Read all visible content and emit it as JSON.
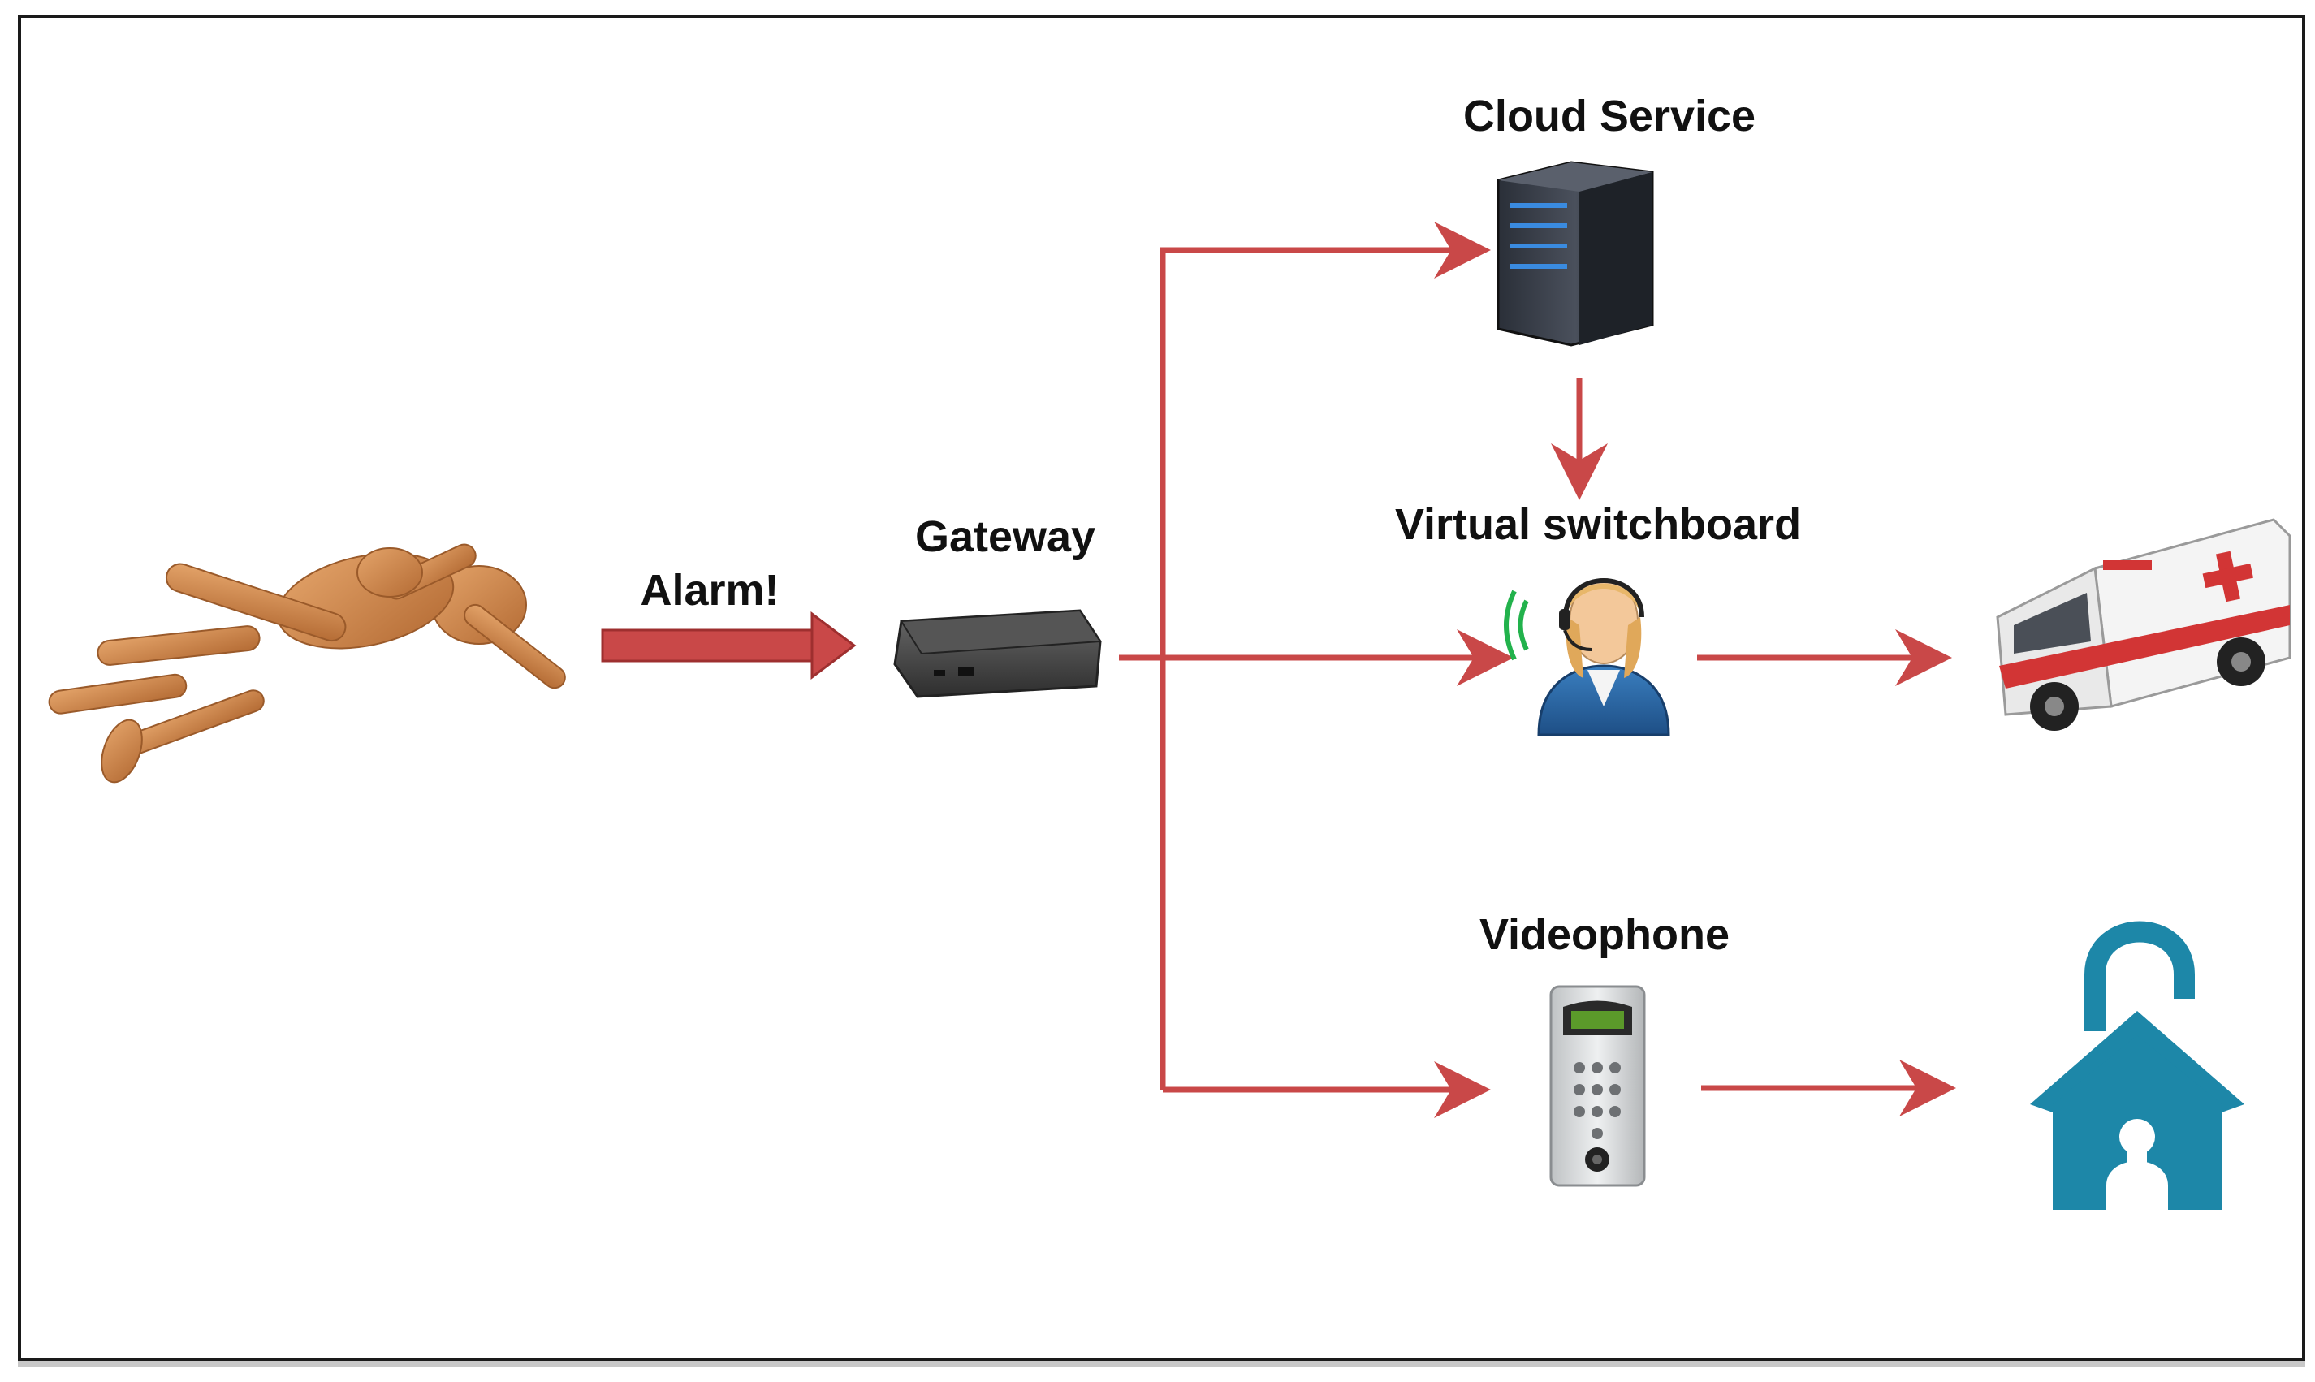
{
  "labels": {
    "alarm": "Alarm!",
    "gateway": "Gateway",
    "cloud_service": "Cloud Service",
    "virtual_switchboard": "Virtual switchboard",
    "videophone": "Videophone"
  },
  "icons": {
    "fallen_person": "fallen-mannequin-icon",
    "gateway": "gateway-device-icon",
    "cloud_service": "server-icon",
    "virtual_switchboard": "operator-headset-icon",
    "videophone": "door-intercom-icon",
    "ambulance": "ambulance-icon",
    "home_unlock": "house-unlock-icon"
  },
  "colors": {
    "arrow": "#c94848",
    "arrow_stroke": "#b53b3b",
    "house": "#1d87a8",
    "frame": "#1a1a1a"
  }
}
